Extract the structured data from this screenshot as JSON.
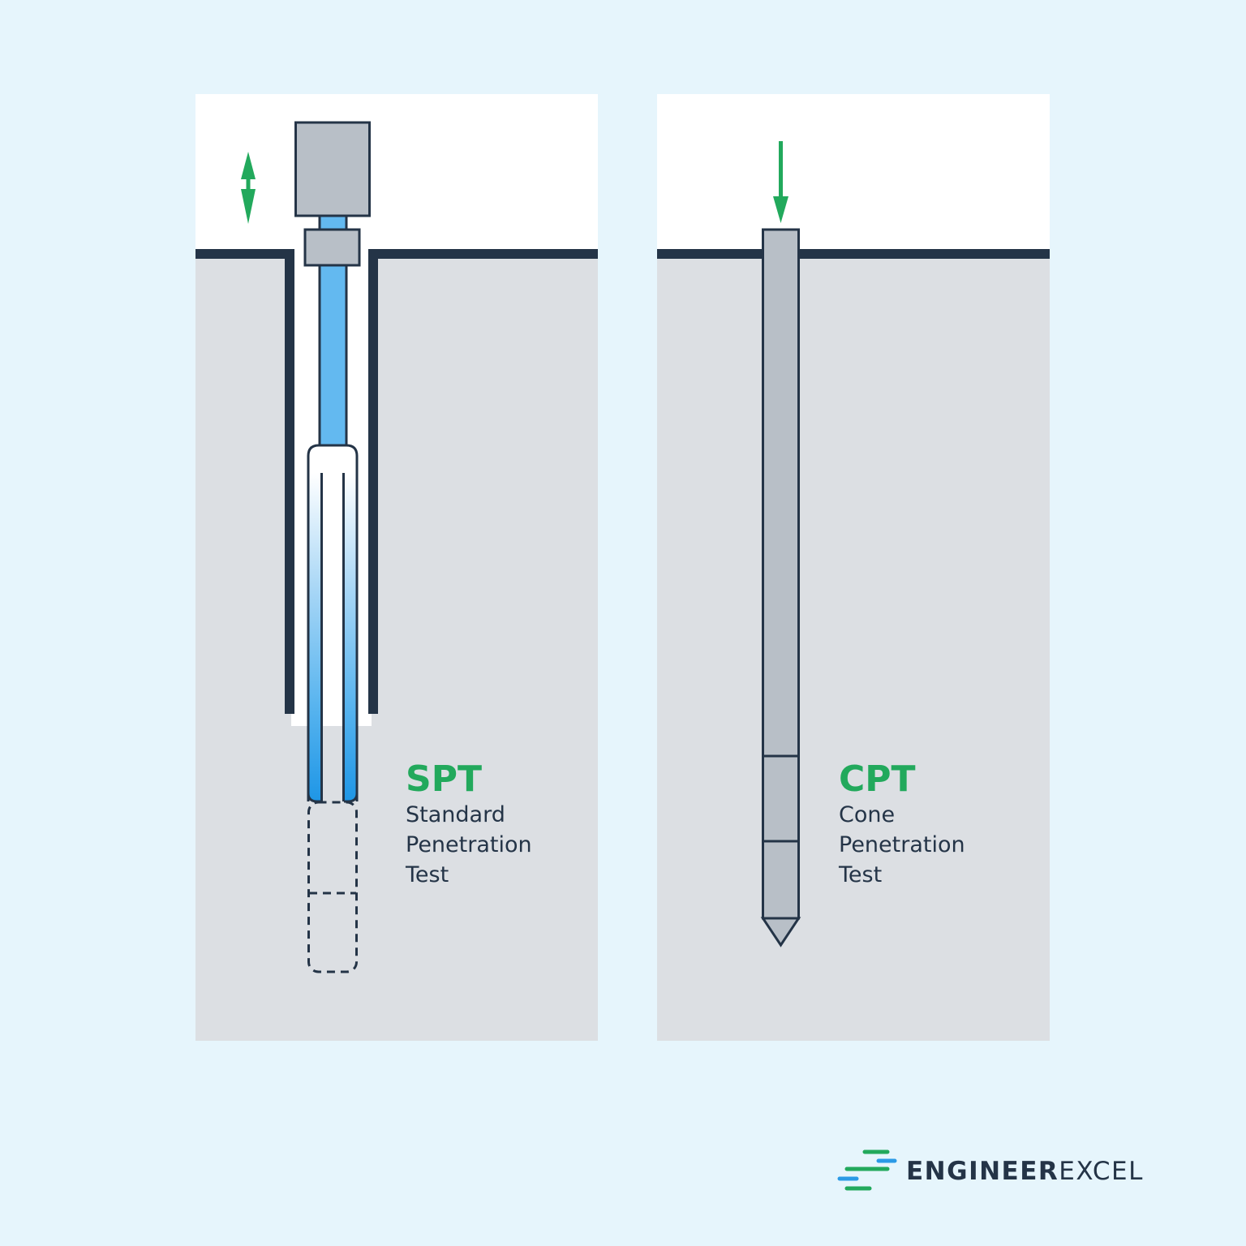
{
  "colors": {
    "background": "#e6f5fc",
    "soil": "#dcdfe3",
    "sky": "#ffffff",
    "outline": "#243447",
    "steel": "#b8bfc7",
    "rod_blue": "#63b9f0",
    "sampler_blue": "#1e96e6",
    "accent_green": "#22a95c"
  },
  "panels": [
    {
      "id": "spt",
      "acronym": "SPT",
      "title_lines": [
        "Standard",
        "Penetration",
        "Test"
      ],
      "components": [
        "hammer",
        "drill-rod",
        "coupler",
        "borehole-casing",
        "split-spoon-sampler",
        "sampler-drive-zone"
      ],
      "motion_icon": "up-down-arrow-icon"
    },
    {
      "id": "cpt",
      "acronym": "CPT",
      "title_lines": [
        "Cone",
        "Penetration",
        "Test"
      ],
      "components": [
        "push-rod",
        "friction-sleeve",
        "cone-tip"
      ],
      "motion_icon": "down-arrow-icon"
    }
  ],
  "logo": {
    "bold": "ENGINEER",
    "regular": "EXCEL",
    "icon": "speed-lines-icon"
  }
}
